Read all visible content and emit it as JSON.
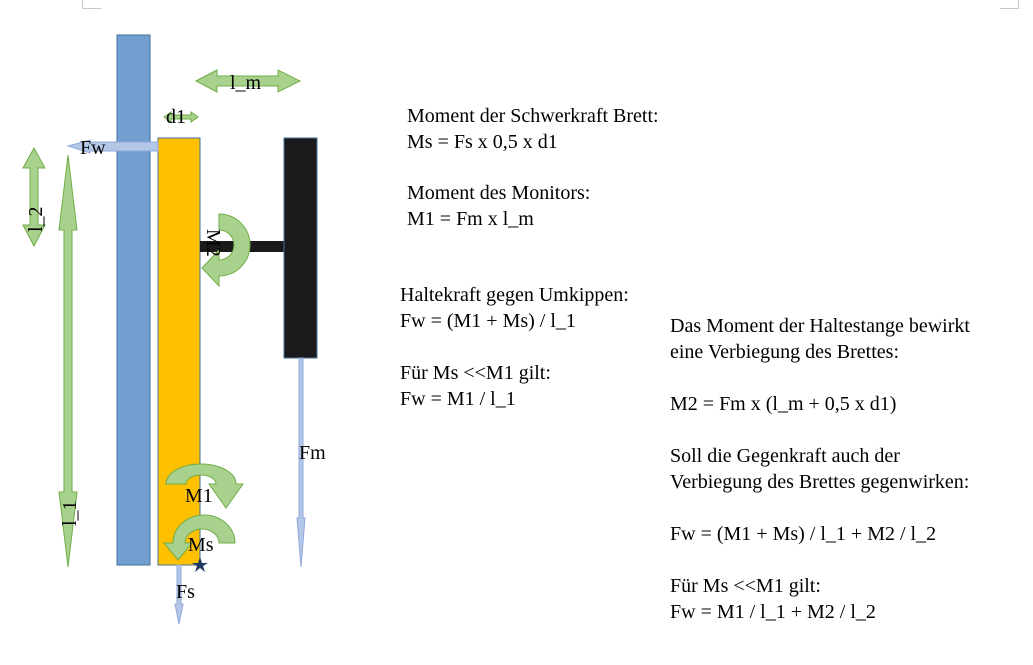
{
  "diagram": {
    "labels": {
      "l_m": "l_m",
      "d1": "d1",
      "Fw": "Fw",
      "l_2": "l_2",
      "l_1": "l_1",
      "M2": "M2",
      "M1": "M1",
      "Ms": "Ms",
      "Fs": "Fs",
      "Fm": "Fm"
    }
  },
  "text_blocks": {
    "schwerkraft": {
      "title": "Moment der Schwerkraft Brett:",
      "formula": "Ms = Fs x 0,5 x d1"
    },
    "monitor": {
      "title": "Moment des Monitors:",
      "formula": "M1 = Fm x l_m"
    },
    "haltekraft": {
      "title": "Haltekraft gegen Umkippen:",
      "formula": "Fw = (M1 + Ms) / l_1",
      "cond": "Für Ms <<M1 gilt:",
      "formula2": "Fw = M1 / l_1"
    },
    "haltestange": {
      "line1": "Das Moment der Haltestange bewirkt",
      "line2": "eine Verbiegung des Brettes:",
      "formula": "M2 = Fm x (l_m + 0,5 x d1)",
      "line3": "Soll die Gegenkraft auch der",
      "line4": "Verbiegung des Brettes gegenwirken:",
      "formula2": "Fw = (M1 + Ms) / l_1 + M2 / l_2",
      "cond": "Für Ms <<M1 gilt:",
      "formula3": "Fw = M1 / l_1 + M2 / l_2"
    }
  },
  "colors": {
    "wall": "#729fcf",
    "board": "#ffc000",
    "monitor": "#1a1a1a",
    "dimension_arrow": "#a9d18e",
    "force_arrow": "#b4c7e7"
  }
}
